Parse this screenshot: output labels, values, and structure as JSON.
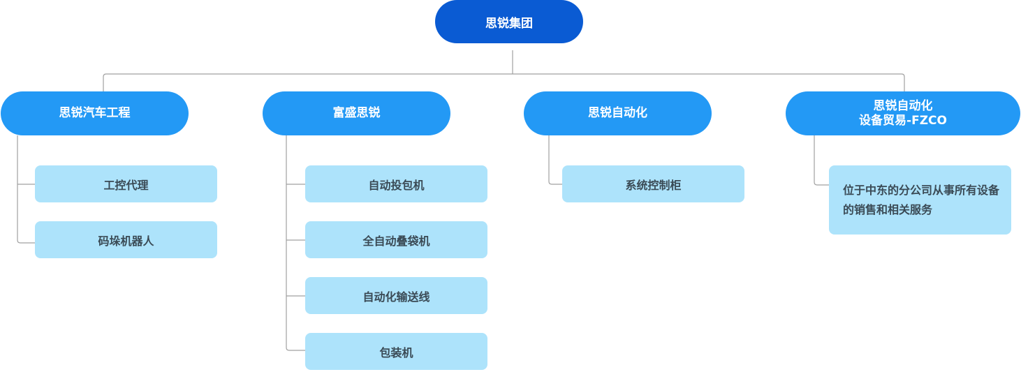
{
  "root": {
    "label": "思锐集团"
  },
  "branches": [
    {
      "label": "思锐汽车工程",
      "children": [
        "工控代理",
        "码垛机器人"
      ]
    },
    {
      "label": "富盛思锐",
      "children": [
        "自动投包机",
        "全自动叠袋机",
        "自动化输送线",
        "包装机"
      ]
    },
    {
      "label": "思锐自动化",
      "children": [
        "系统控制柜"
      ]
    },
    {
      "label_line1": "思锐自动化",
      "label_line2": "设备贸易-FZCO",
      "children": [
        "位于中东的分公司从事所有设备的销售和相关服务"
      ]
    }
  ]
}
